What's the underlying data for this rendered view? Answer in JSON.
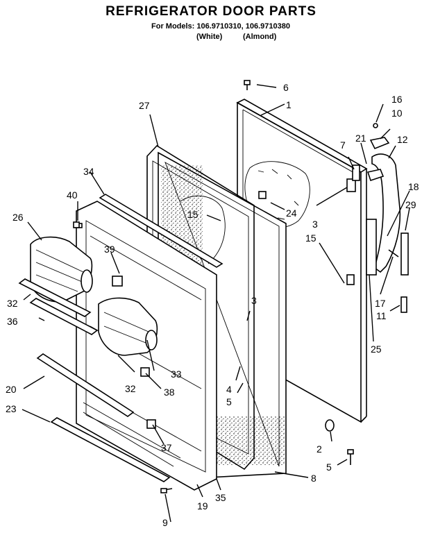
{
  "header": {
    "title": "REFRIGERATOR DOOR PARTS",
    "subtitle": "For Models: 106.9710310, 106.9710380",
    "variant_white": "(White)",
    "variant_almond": "(Almond)"
  },
  "callouts": {
    "c1": "1",
    "c2": "2",
    "c3a": "3",
    "c3b": "3",
    "c4": "4",
    "c5a": "5",
    "c5b": "5",
    "c6": "6",
    "c7": "7",
    "c8": "8",
    "c9": "9",
    "c10": "10",
    "c11": "11",
    "c12": "12",
    "c15a": "15",
    "c15b": "15",
    "c16": "16",
    "c17": "17",
    "c18": "18",
    "c19": "19",
    "c20": "20",
    "c21": "21",
    "c23": "23",
    "c24": "24",
    "c25": "25",
    "c26": "26",
    "c27": "27",
    "c29": "29",
    "c32a": "32",
    "c32b": "32",
    "c33": "33",
    "c34": "34",
    "c35": "35",
    "c36": "36",
    "c37": "37",
    "c38": "38",
    "c39": "39",
    "c40": "40"
  }
}
